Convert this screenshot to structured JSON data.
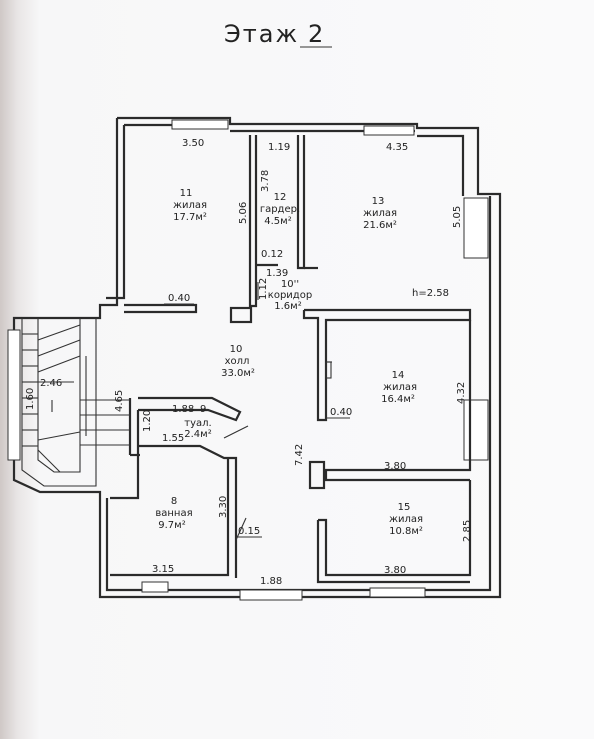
{
  "header": {
    "title_prefix": "Этаж",
    "title_num": "2"
  },
  "rooms": [
    {
      "id": "r11",
      "num": "11",
      "name": "жилая",
      "area": "17.7м²"
    },
    {
      "id": "r12",
      "num": "12",
      "name": "гардер.",
      "area": "4.5м²"
    },
    {
      "id": "r13",
      "num": "13",
      "name": "жилая",
      "area": "21.6м²"
    },
    {
      "id": "r10c",
      "num": "10''",
      "name": "коридор",
      "area": "1.6м²"
    },
    {
      "id": "r10",
      "num": "10",
      "name": "холл",
      "area": "33.0м²"
    },
    {
      "id": "r14",
      "num": "14",
      "name": "жилая",
      "area": "16.4м²"
    },
    {
      "id": "r9",
      "num": "9",
      "name": "туал.",
      "area": "2.4м²"
    },
    {
      "id": "r8",
      "num": "8",
      "name": "ванная",
      "area": "9.7м²"
    },
    {
      "id": "r15",
      "num": "15",
      "name": "жилая",
      "area": "10.8м²"
    }
  ],
  "dimensions": {
    "d350": "3.50",
    "d119": "1.19",
    "d435": "4.35",
    "d378": "3.78",
    "d506": "5.06",
    "d505": "5.05",
    "d012": "0.12",
    "d139": "1.39",
    "d112": "1.12",
    "d040a": "0.40",
    "h258": "h=2.58",
    "d246": "2.46",
    "d160": "1.60",
    "d465": "4.65",
    "d188a": "1.88",
    "d120": "1.20",
    "d155": "1.55",
    "d742": "7.42",
    "d040b": "0.40",
    "d432": "4.32",
    "d380a": "3.80",
    "d330": "3.30",
    "d015": "0.15",
    "d285": "2.85",
    "d315": "3.15",
    "d188b": "1.88",
    "d380b": "3.80"
  }
}
